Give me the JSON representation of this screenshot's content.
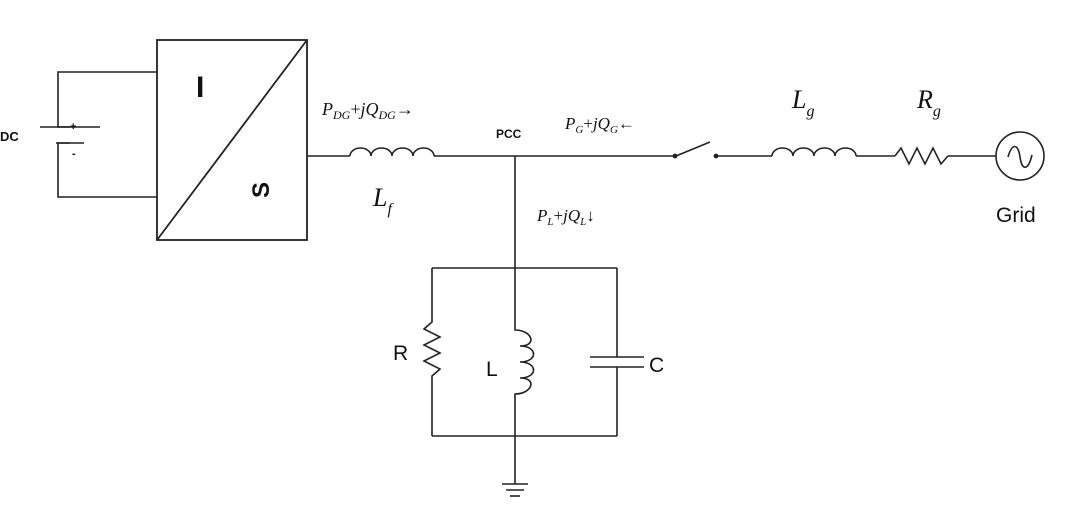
{
  "source": {
    "label": "DC",
    "plus": "+",
    "minus": "-"
  },
  "inverter": {
    "top_symbol": "I",
    "bottom_symbol": "S"
  },
  "components": {
    "filter_inductor": {
      "sym": "L",
      "sub": "f"
    },
    "grid_inductor": {
      "sym": "L",
      "sub": "g"
    },
    "grid_resistor": {
      "sym": "R",
      "sub": "g"
    }
  },
  "nodes": {
    "pcc": "PCC"
  },
  "load": {
    "resistor": "R",
    "inductor": "L",
    "capacitor": "C"
  },
  "grid": {
    "label": "Grid"
  },
  "power_flows": {
    "dg": {
      "p": "P",
      "p_sub": "DG",
      "plus": "+",
      "jq": "jQ",
      "q_sub": "DG",
      "arrow": "→"
    },
    "grid": {
      "p": "P",
      "p_sub": "G",
      "plus": "+",
      "jq": "jQ",
      "q_sub": "G",
      "arrow": "←"
    },
    "load": {
      "p": "P",
      "p_sub": "L",
      "plus": "+",
      "jq": "jQ",
      "q_sub": "L",
      "arrow": "↓"
    }
  },
  "colors": {
    "line": "#222222",
    "background": "#ffffff"
  }
}
